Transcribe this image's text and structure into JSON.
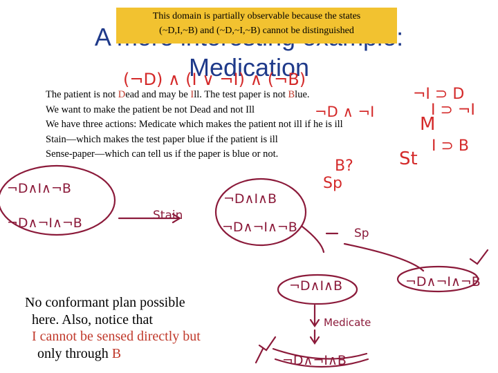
{
  "callout": {
    "line1": "This domain is partially observable because the states",
    "line2": "(~D,I,~B) and (~D,~I,~B) cannot be distinguished"
  },
  "title": {
    "line1": "A more interesting example:",
    "line2": "Medication"
  },
  "bullets": [
    {
      "pre": "The patient is not ",
      "h1": "D",
      "mid": "ead and may be ",
      "h2": "I",
      "mid2": "ll. The test paper is not ",
      "h3": "B",
      "post": "lue."
    },
    {
      "text": "We want to make the patient be not Dead and not Ill"
    },
    {
      "text": "We have three actions: Medicate which makes the patient not ill if he is ill"
    },
    {
      "text": "Stain—which makes the test paper blue if the patient is ill"
    },
    {
      "text": "Sense-paper—which can tell us if the paper is blue or not."
    }
  ],
  "handwriting": {
    "initial_formula": "(¬D) ∧ (I ∨ ¬I) ∧ (¬B)",
    "rules": [
      "¬I ⊃ D",
      "I ⊃ ¬I",
      "I ⊃ B"
    ],
    "goal": "¬D ∧ ¬I",
    "action_medicate": "M",
    "action_stain": "St",
    "action_sense": "Sp",
    "sense_query": "B?",
    "start_state_1": "¬D∧I∧¬B",
    "start_state_2": "¬D∧¬I∧¬B",
    "stain_label": "Stain",
    "after_stain_1": "¬D∧I∧B",
    "after_stain_2": "¬D∧¬I∧¬B",
    "sense_label": "Sp",
    "branch_true": "¬D∧I∧B",
    "branch_false": "¬D∧¬I∧¬B",
    "medicate_label": "Medicate",
    "final_state": "¬D∧¬I∧B"
  },
  "conclusion": {
    "line1": "No conformant plan possible",
    "line2": "here. Also, notice that",
    "line3": "I cannot be sensed directly but",
    "line4_pre": "only through ",
    "line4_b": "B"
  },
  "colors": {
    "ink_red": "#d42a2a",
    "ink_maroon": "#8b1a3a",
    "title_blue": "#1f3a8a",
    "callout_yellow": "#f2c230"
  }
}
